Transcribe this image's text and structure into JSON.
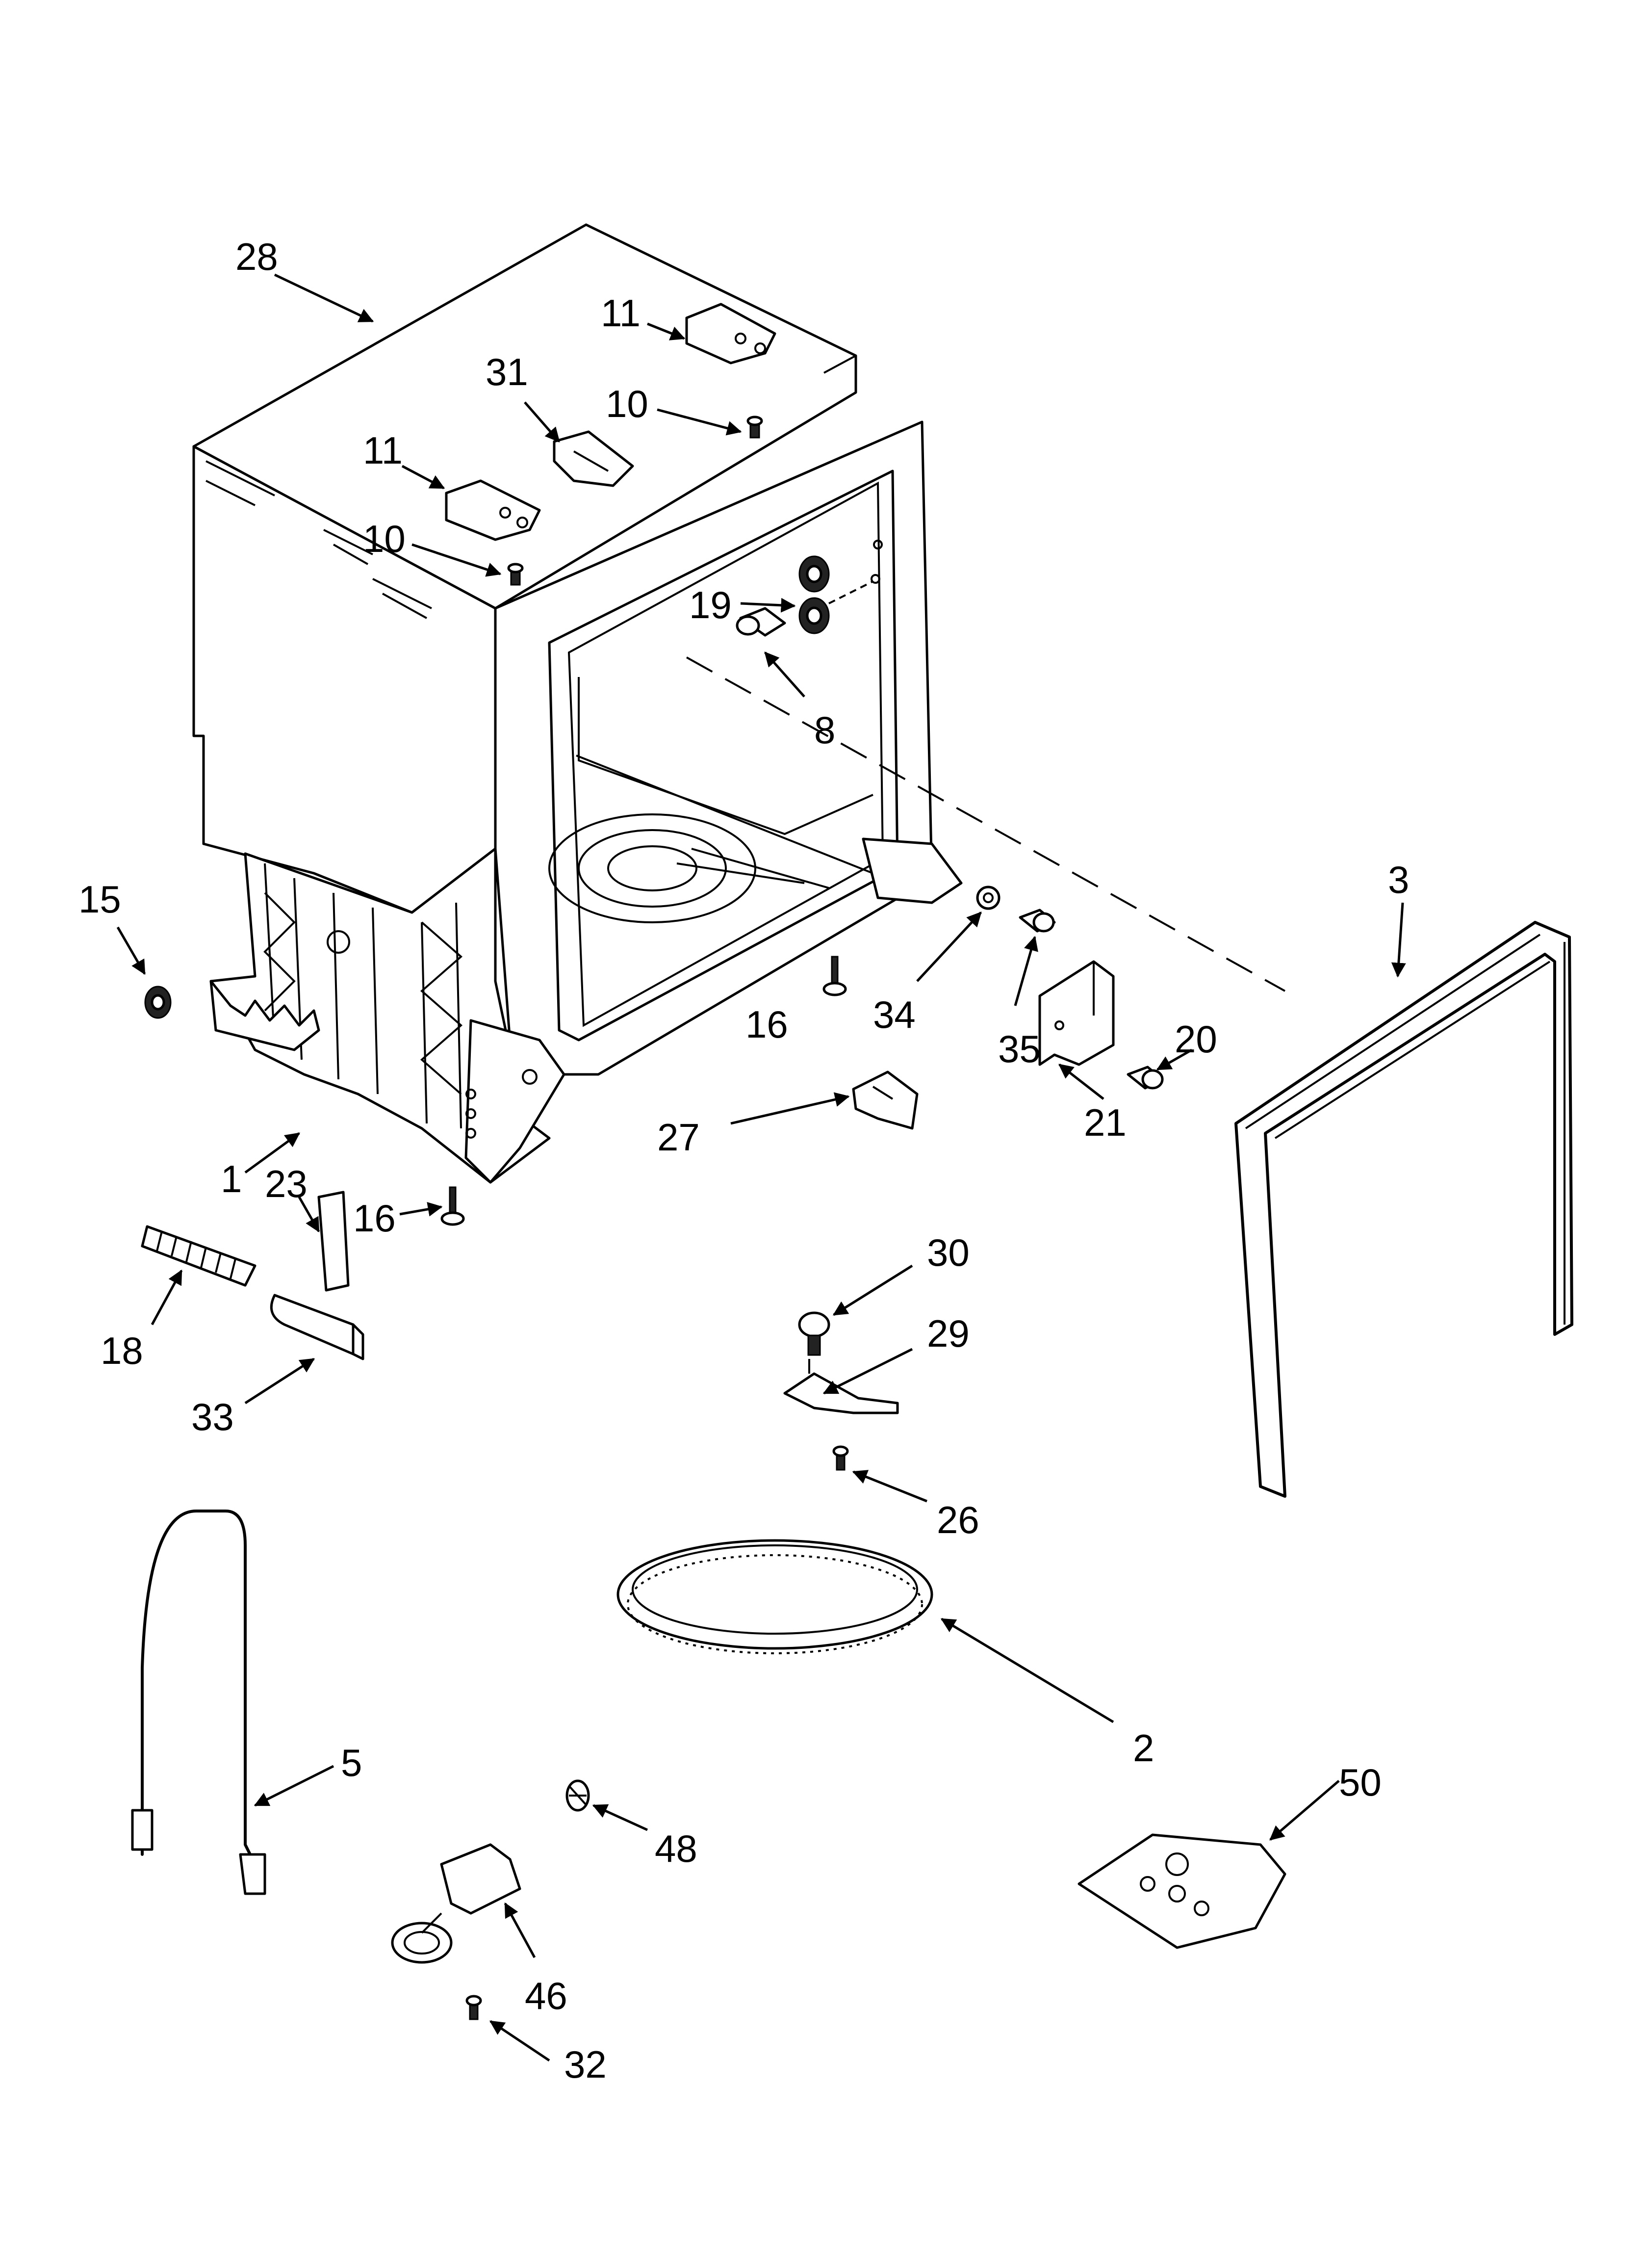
{
  "callouts": [
    {
      "id": "c28",
      "label": "28"
    },
    {
      "id": "c11a",
      "label": "11"
    },
    {
      "id": "c10a",
      "label": "10"
    },
    {
      "id": "c31",
      "label": "31"
    },
    {
      "id": "c11b",
      "label": "11"
    },
    {
      "id": "c10b",
      "label": "10"
    },
    {
      "id": "c19",
      "label": "19"
    },
    {
      "id": "c8",
      "label": "8"
    },
    {
      "id": "c15",
      "label": "15"
    },
    {
      "id": "c3",
      "label": "3"
    },
    {
      "id": "c16a",
      "label": "16"
    },
    {
      "id": "c34",
      "label": "34"
    },
    {
      "id": "c35",
      "label": "35"
    },
    {
      "id": "c20",
      "label": "20"
    },
    {
      "id": "c21",
      "label": "21"
    },
    {
      "id": "c27",
      "label": "27"
    },
    {
      "id": "c1",
      "label": "1"
    },
    {
      "id": "c23",
      "label": "23"
    },
    {
      "id": "c16b",
      "label": "16"
    },
    {
      "id": "c18",
      "label": "18"
    },
    {
      "id": "c33",
      "label": "33"
    },
    {
      "id": "c30",
      "label": "30"
    },
    {
      "id": "c29",
      "label": "29"
    },
    {
      "id": "c26",
      "label": "26"
    },
    {
      "id": "c2",
      "label": "2"
    },
    {
      "id": "c5",
      "label": "5"
    },
    {
      "id": "c50",
      "label": "50"
    },
    {
      "id": "c48",
      "label": "48"
    },
    {
      "id": "c46",
      "label": "46"
    },
    {
      "id": "c32",
      "label": "32"
    }
  ]
}
